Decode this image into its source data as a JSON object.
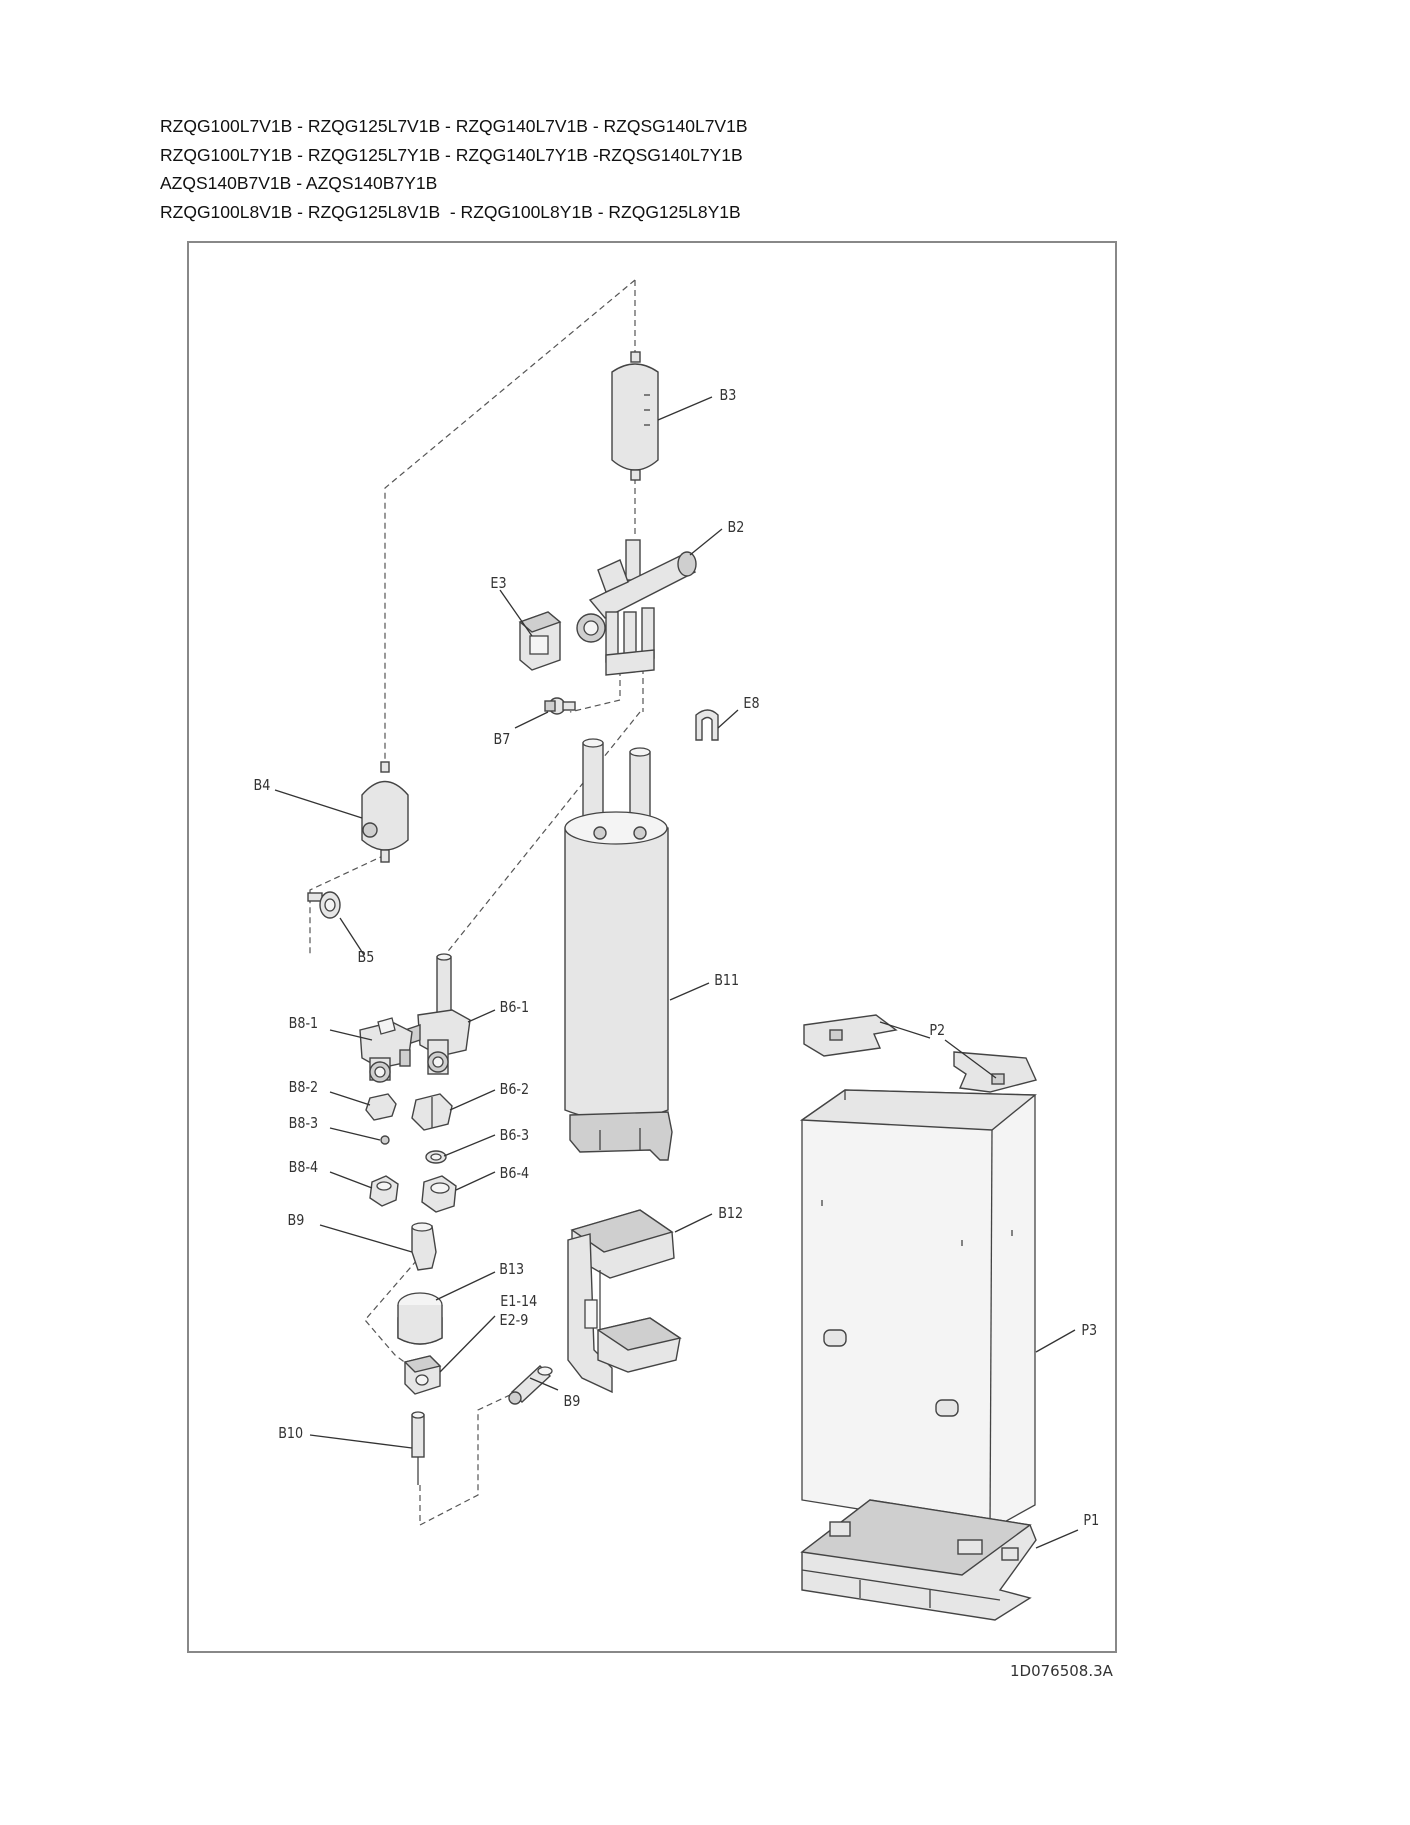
{
  "header": {
    "model_lines": [
      "RZQG100L7V1B - RZQG125L7V1B - RZQG140L7V1B - RZQSG140L7V1B",
      "RZQG100L7Y1B - RZQG125L7Y1B - RZQG140L7Y1B -RZQSG140L7Y1B",
      "AZQS140B7V1B - AZQS140B7Y1B",
      "RZQG100L8V1B - RZQG125L8V1B  - RZQG100L8Y1B - RZQG125L8Y1B"
    ]
  },
  "diagram": {
    "labels": {
      "B3": "B3",
      "B2": "B2",
      "E3": "E3",
      "B7": "B7",
      "E8": "E8",
      "B4": "B4",
      "B5": "B5",
      "B11": "B11",
      "B8_1": "B8-1",
      "B6_1": "B6-1",
      "B8_2": "B8-2",
      "B6_2": "B6-2",
      "B8_3": "B8-3",
      "B6_3": "B6-3",
      "B8_4": "B8-4",
      "B6_4": "B6-4",
      "B9_a": "B9",
      "B12": "B12",
      "B13": "B13",
      "E1_14": "E1-14",
      "E2_9": "E2-9",
      "B9_b": "B9",
      "B10": "B10",
      "P2": "P2",
      "P3": "P3",
      "P1": "P1"
    },
    "document_code": "1D076508.3A"
  }
}
